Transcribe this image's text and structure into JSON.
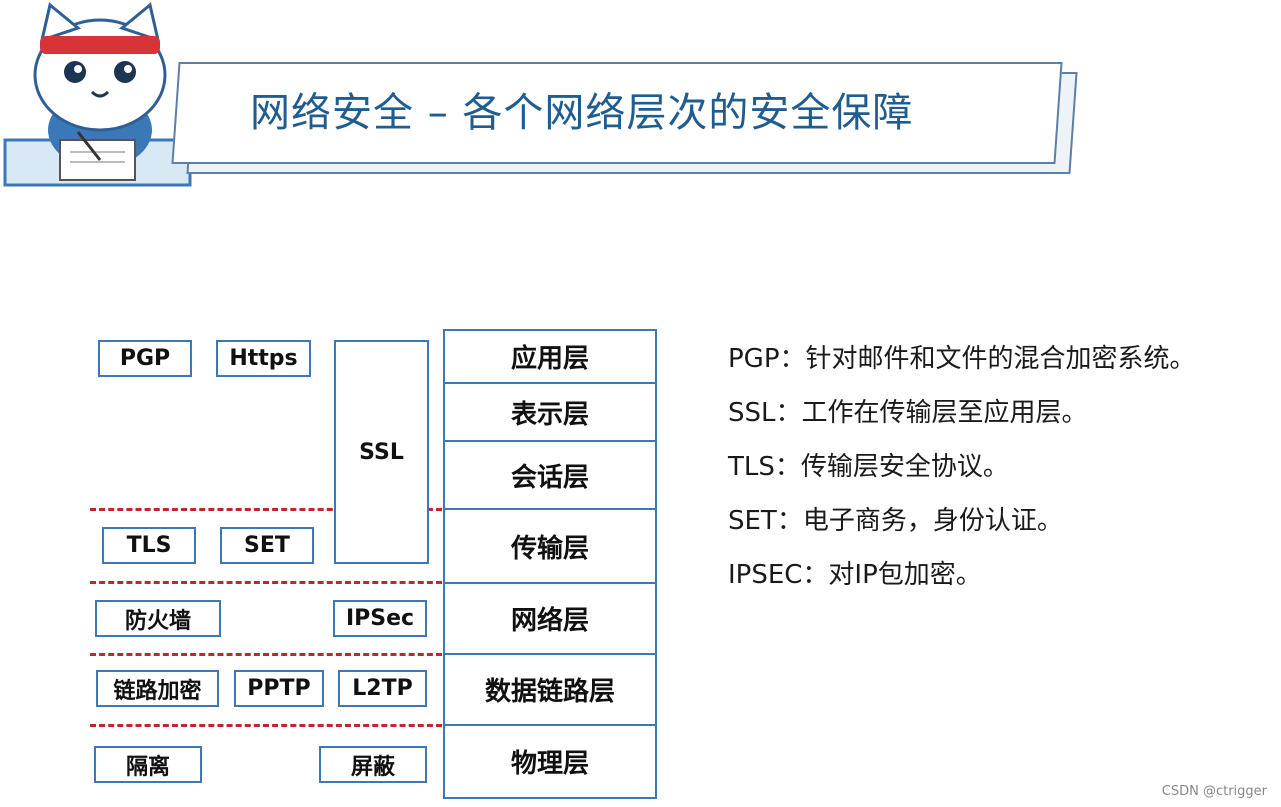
{
  "title": "网络安全 – 各个网络层次的安全保障",
  "layers": [
    "应用层",
    "表示层",
    "会话层",
    "传输层",
    "网络层",
    "数据链路层",
    "物理层"
  ],
  "protocols": {
    "pgp": "PGP",
    "https": "Https",
    "ssl": "SSL",
    "tls": "TLS",
    "set": "SET",
    "firewall": "防火墙",
    "ipsec": "IPSec",
    "link_encryption": "链路加密",
    "pptp": "PPTP",
    "l2tp": "L2TP",
    "isolation": "隔离",
    "shielding": "屏蔽"
  },
  "legend": [
    "PGP：针对邮件和文件的混合加密系统。",
    "SSL：工作在传输层至应用层。",
    "TLS：传输层安全协议。",
    "SET：电子商务，身份认证。",
    "IPSEC：对IP包加密。"
  ],
  "watermark": "CSDN @ctrigger",
  "colors": {
    "title": "#1f5c8f",
    "box_border": "#3d77b4",
    "dashed_divider": "#c0272d"
  }
}
